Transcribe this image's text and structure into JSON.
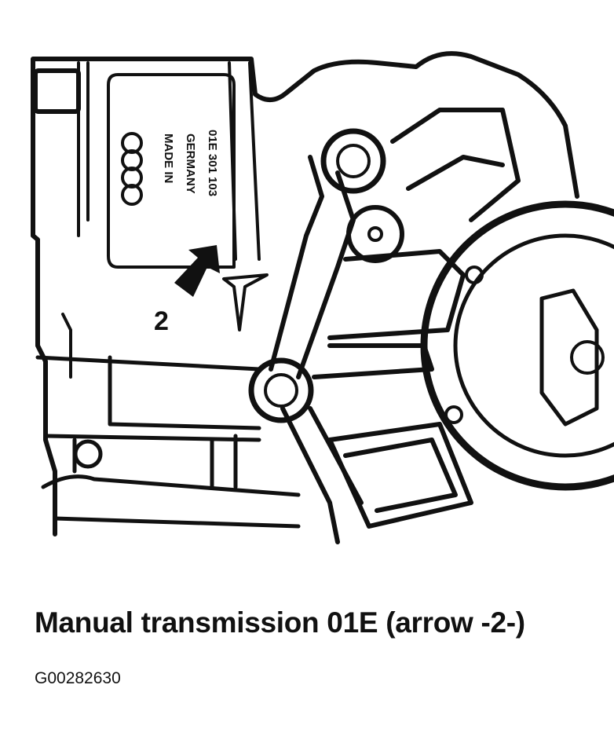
{
  "stamp": {
    "line1": "MADE IN",
    "line2": "GERMANY",
    "line3": "01E 301 103"
  },
  "callout_label": "2",
  "caption": "Manual transmission 01E (arrow -2-)",
  "figure_id": "G00282630",
  "colors": {
    "ink": "#111111",
    "paper": "#ffffff"
  }
}
